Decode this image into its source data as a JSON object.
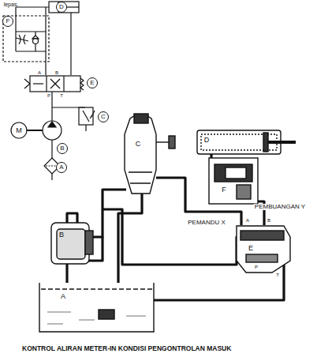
{
  "diagram": {
    "caption": "KONTROL ALIRAN METER-IN KONDISI PENGONTROLAN MASUK",
    "labels": [
      "lepas.",
      "D",
      "F",
      "E",
      "A",
      "B",
      "P",
      "T",
      "C",
      "M",
      "B",
      "A",
      "C",
      "D",
      "F",
      "PEMANDU X",
      "PEMBUANGAN Y",
      "A",
      "B",
      "P",
      "T",
      "E",
      "B",
      "A"
    ]
  }
}
